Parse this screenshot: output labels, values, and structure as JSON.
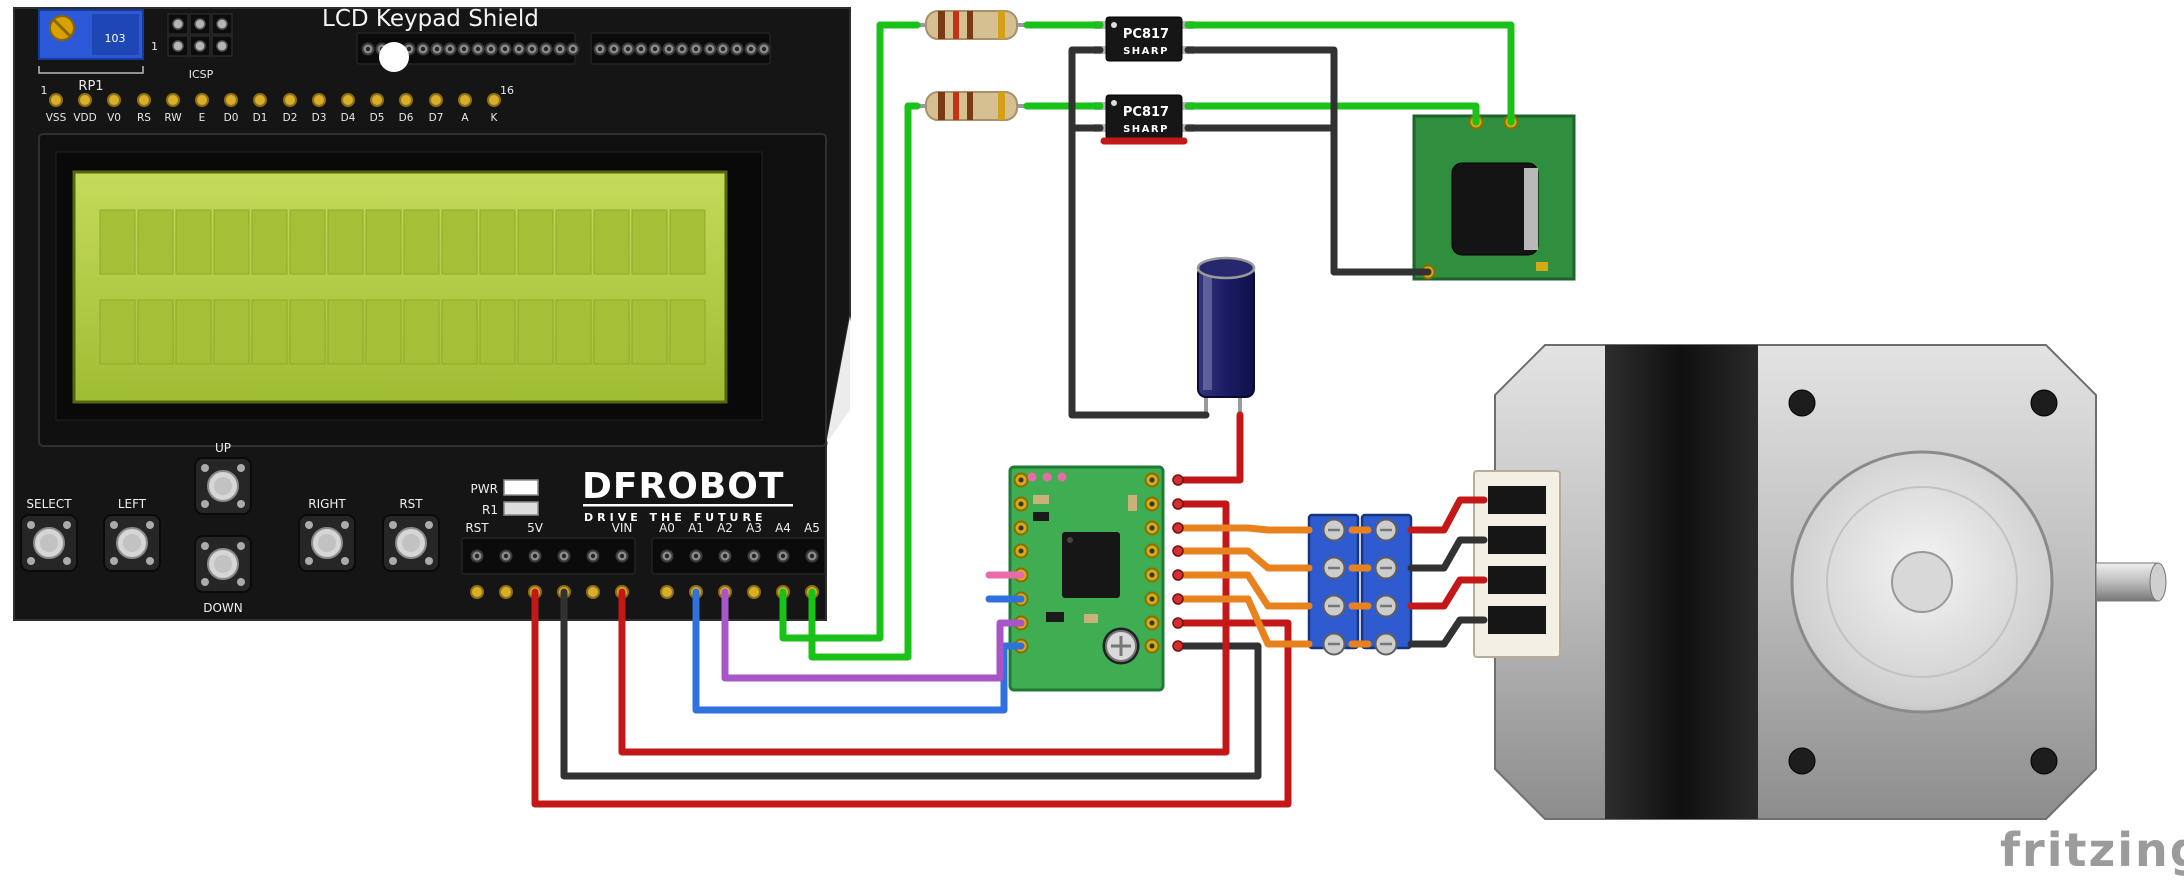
{
  "colors": {
    "wire_green": "#19c119",
    "wire_black": "#323232",
    "wire_red": "#c41818",
    "wire_blue": "#2f72de",
    "wire_purple": "#a855c7",
    "wire_pink": "#e86aa8",
    "wire_orange": "#e8821e",
    "board_black": "#151515",
    "lcd_green": "#aecb44",
    "pcb_green": "#3fae53",
    "terminal_blue": "#2f5bd1"
  },
  "shield": {
    "title": "LCD Keypad Shield",
    "rp1": {
      "label": "RP1",
      "marking": "103"
    },
    "icsp": {
      "label": "ICSP",
      "pin1": "1"
    },
    "pin_header": {
      "first": "1",
      "last": "16",
      "labels": [
        "VSS",
        "VDD",
        "V0",
        "RS",
        "RW",
        "E",
        "D0",
        "D1",
        "D2",
        "D3",
        "D4",
        "D5",
        "D6",
        "D7",
        "A",
        "K"
      ]
    },
    "buttons": {
      "select": "SELECT",
      "left": "LEFT",
      "up": "UP",
      "down": "DOWN",
      "right": "RIGHT",
      "rst": "RST"
    },
    "indicators": {
      "pwr": "PWR",
      "r1": "R1"
    },
    "logo": {
      "brand": "DFROBOT",
      "tagline": "DRIVE THE FUTURE"
    },
    "power_pins": {
      "rst": "RST",
      "v5": "5V",
      "vin": "VIN"
    },
    "analog_pins": [
      "A0",
      "A1",
      "A2",
      "A3",
      "A4",
      "A5"
    ]
  },
  "optocouplers": [
    {
      "part": "PC817",
      "brand": "SHARP"
    },
    {
      "part": "PC817",
      "brand": "SHARP"
    }
  ],
  "watermark": "fritzing"
}
